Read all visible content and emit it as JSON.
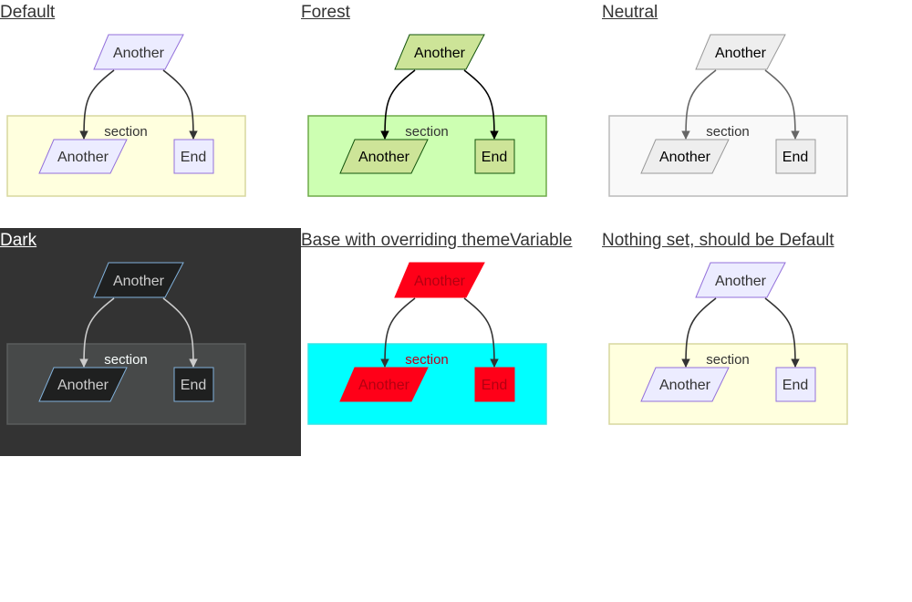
{
  "diagrams": [
    {
      "title": "Default",
      "top_node": "Another",
      "section_label": "section",
      "child_parallelogram": "Another",
      "child_end": "End",
      "colors": {
        "panel_bg": "#ffffff",
        "title": "#333333",
        "node_fill": "#ECECFF",
        "node_stroke": "#9370DB",
        "node_text": "#333333",
        "cluster_fill": "#ffffde",
        "cluster_stroke": "#d7d79e",
        "section_text": "#333333",
        "edge": "#333333"
      }
    },
    {
      "title": "Forest",
      "top_node": "Another",
      "section_label": "section",
      "child_parallelogram": "Another",
      "child_end": "End",
      "colors": {
        "panel_bg": "#ffffff",
        "title": "#333333",
        "node_fill": "#cde498",
        "node_stroke": "#13540c",
        "node_text": "#000000",
        "cluster_fill": "#cdffb2",
        "cluster_stroke": "#6eaa49",
        "section_text": "#333333",
        "edge": "#000000"
      }
    },
    {
      "title": "Neutral",
      "top_node": "Another",
      "section_label": "section",
      "child_parallelogram": "Another",
      "child_end": "End",
      "colors": {
        "panel_bg": "#ffffff",
        "title": "#333333",
        "node_fill": "#eeeeee",
        "node_stroke": "#999999",
        "node_text": "#000000",
        "cluster_fill": "#f9f9f9",
        "cluster_stroke": "#bbbbbb",
        "section_text": "#333333",
        "edge": "#666666"
      }
    },
    {
      "title": "Dark",
      "top_node": "Another",
      "section_label": "section",
      "child_parallelogram": "Another",
      "child_end": "End",
      "colors": {
        "panel_bg": "#333333",
        "title": "#ffffff",
        "node_fill": "#1f2020",
        "node_stroke": "#81B1DB",
        "node_text": "#cccccc",
        "cluster_fill": "#474949",
        "cluster_stroke": "#5a5d5d",
        "section_text": "#F9FFFE",
        "edge": "#cccccc"
      }
    },
    {
      "title": "Base with overriding themeVariable",
      "top_node": "Another",
      "section_label": "section",
      "child_parallelogram": "Another",
      "child_end": "End",
      "colors": {
        "panel_bg": "#ffffff",
        "title": "#333333",
        "node_fill": "#ff0018",
        "node_stroke": "#ff0018",
        "node_text": "#b30011",
        "cluster_fill": "#00ffff",
        "cluster_stroke": "#33e6e6",
        "section_text": "#c0001a",
        "edge": "#333333"
      }
    },
    {
      "title": "Nothing set, should be Default",
      "top_node": "Another",
      "section_label": "section",
      "child_parallelogram": "Another",
      "child_end": "End",
      "colors": {
        "panel_bg": "#ffffff",
        "title": "#333333",
        "node_fill": "#ECECFF",
        "node_stroke": "#9370DB",
        "node_text": "#333333",
        "cluster_fill": "#ffffde",
        "cluster_stroke": "#d7d79e",
        "section_text": "#333333",
        "edge": "#333333"
      }
    }
  ]
}
